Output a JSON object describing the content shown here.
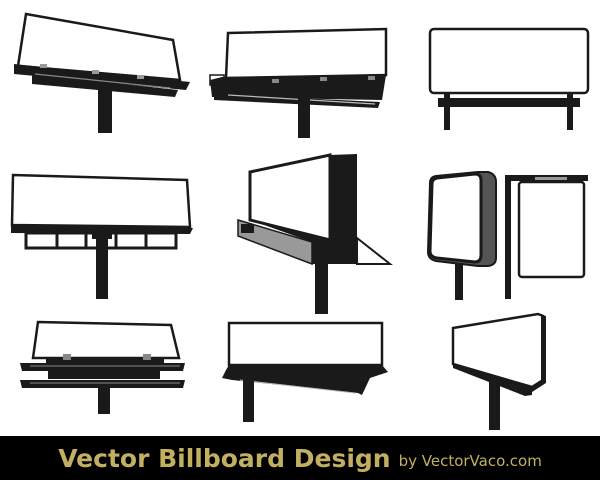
{
  "banner": {
    "title": "Vector Billboard Design",
    "byline": "by VectorVaco.com",
    "text_color": "#c2b060",
    "background": "#000000"
  },
  "artwork": {
    "description": "Nine black-and-white billboard silhouettes arranged in a 3x3 grid",
    "items": [
      {
        "id": 1,
        "label": "angled billboard with catwalk, single pole"
      },
      {
        "id": 2,
        "label": "wide billboard with dark base, single pole"
      },
      {
        "id": 3,
        "label": "rounded rectangle billboard on two legs"
      },
      {
        "id": 4,
        "label": "flat billboard with truss frame, single pole"
      },
      {
        "id": 5,
        "label": "perspective billboard with gray side panel and diagonal brace"
      },
      {
        "id": 6,
        "label": "square sign with gray side and portrait poster sign"
      },
      {
        "id": 7,
        "label": "billboard with double catwalk, single pole"
      },
      {
        "id": 8,
        "label": "wide billboard with angled base, offset pole"
      },
      {
        "id": 9,
        "label": "perspective billboard with thick side edge, single pole"
      }
    ],
    "colors": {
      "ink": "#1a1a1a",
      "gray": "#888888",
      "paper": "#ffffff"
    }
  }
}
